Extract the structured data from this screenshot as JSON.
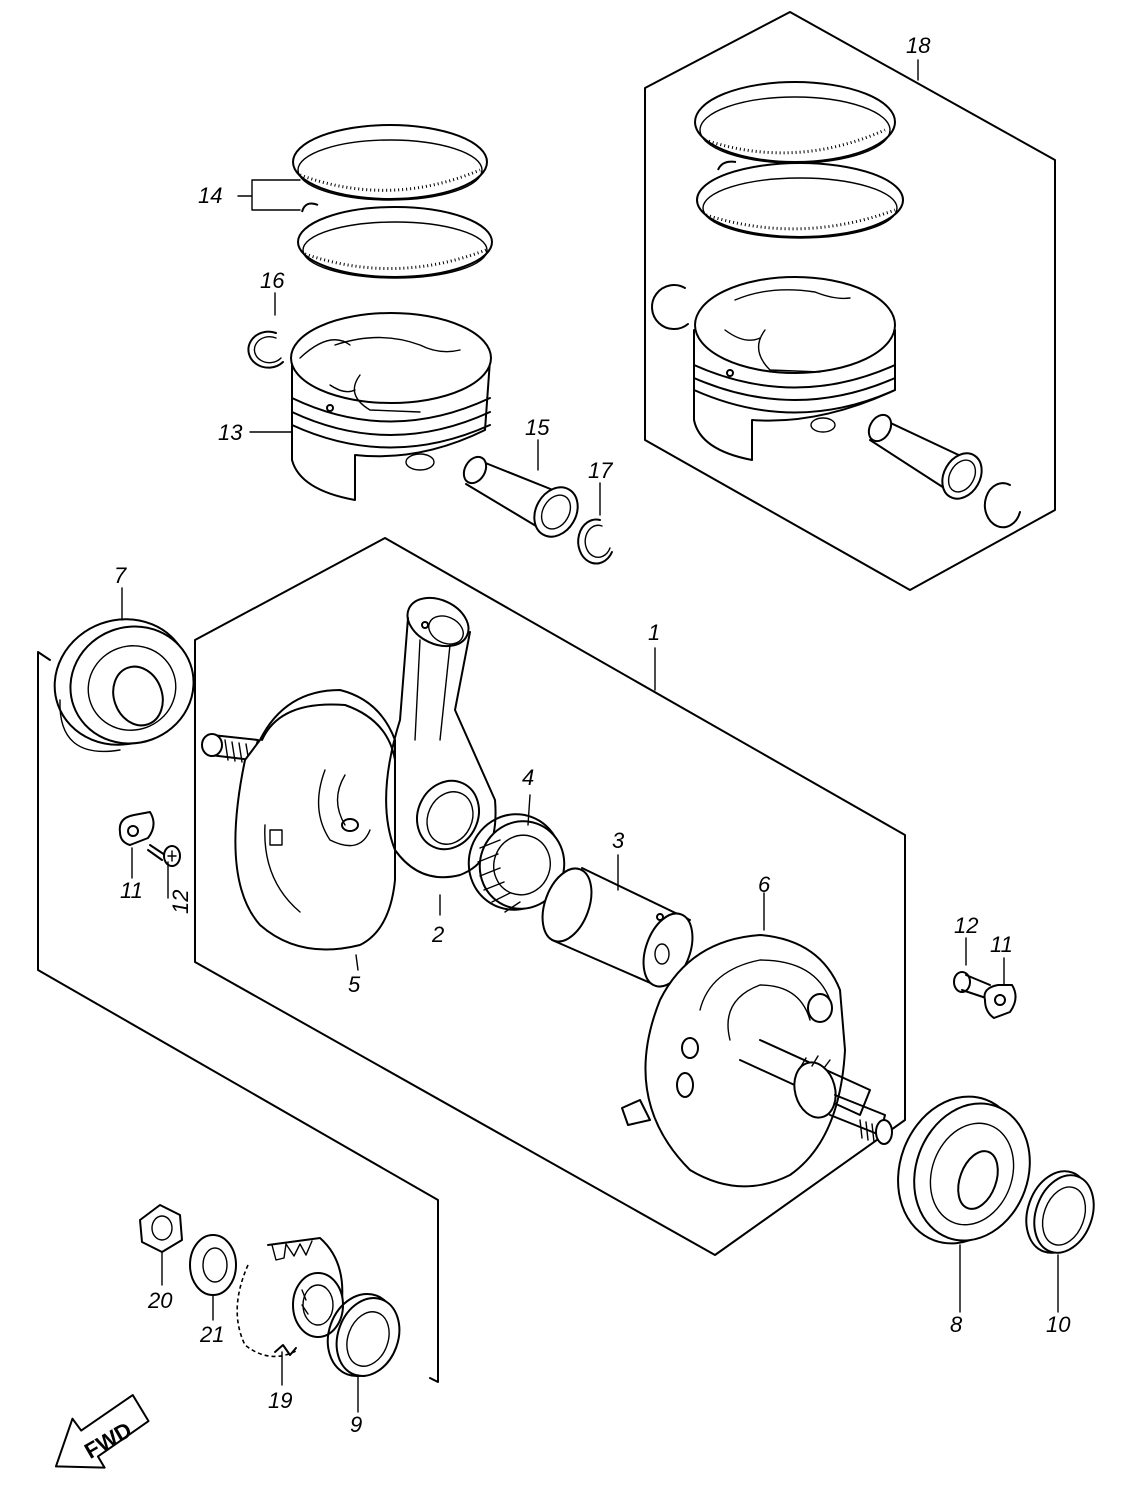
{
  "callouts": {
    "c1": "1",
    "c2": "2",
    "c3": "3",
    "c4": "4",
    "c5": "5",
    "c6": "6",
    "c7": "7",
    "c8": "8",
    "c9": "9",
    "c10": "10",
    "c11a": "11",
    "c11b": "11",
    "c12a": "12",
    "c12b": "12",
    "c13": "13",
    "c14": "14",
    "c15": "15",
    "c16": "16",
    "c17": "17",
    "c18": "18",
    "c19": "19",
    "c20": "20",
    "c21": "21"
  },
  "fwd_label": "FWD",
  "colors": {
    "line": "#000000",
    "background": "#ffffff"
  }
}
